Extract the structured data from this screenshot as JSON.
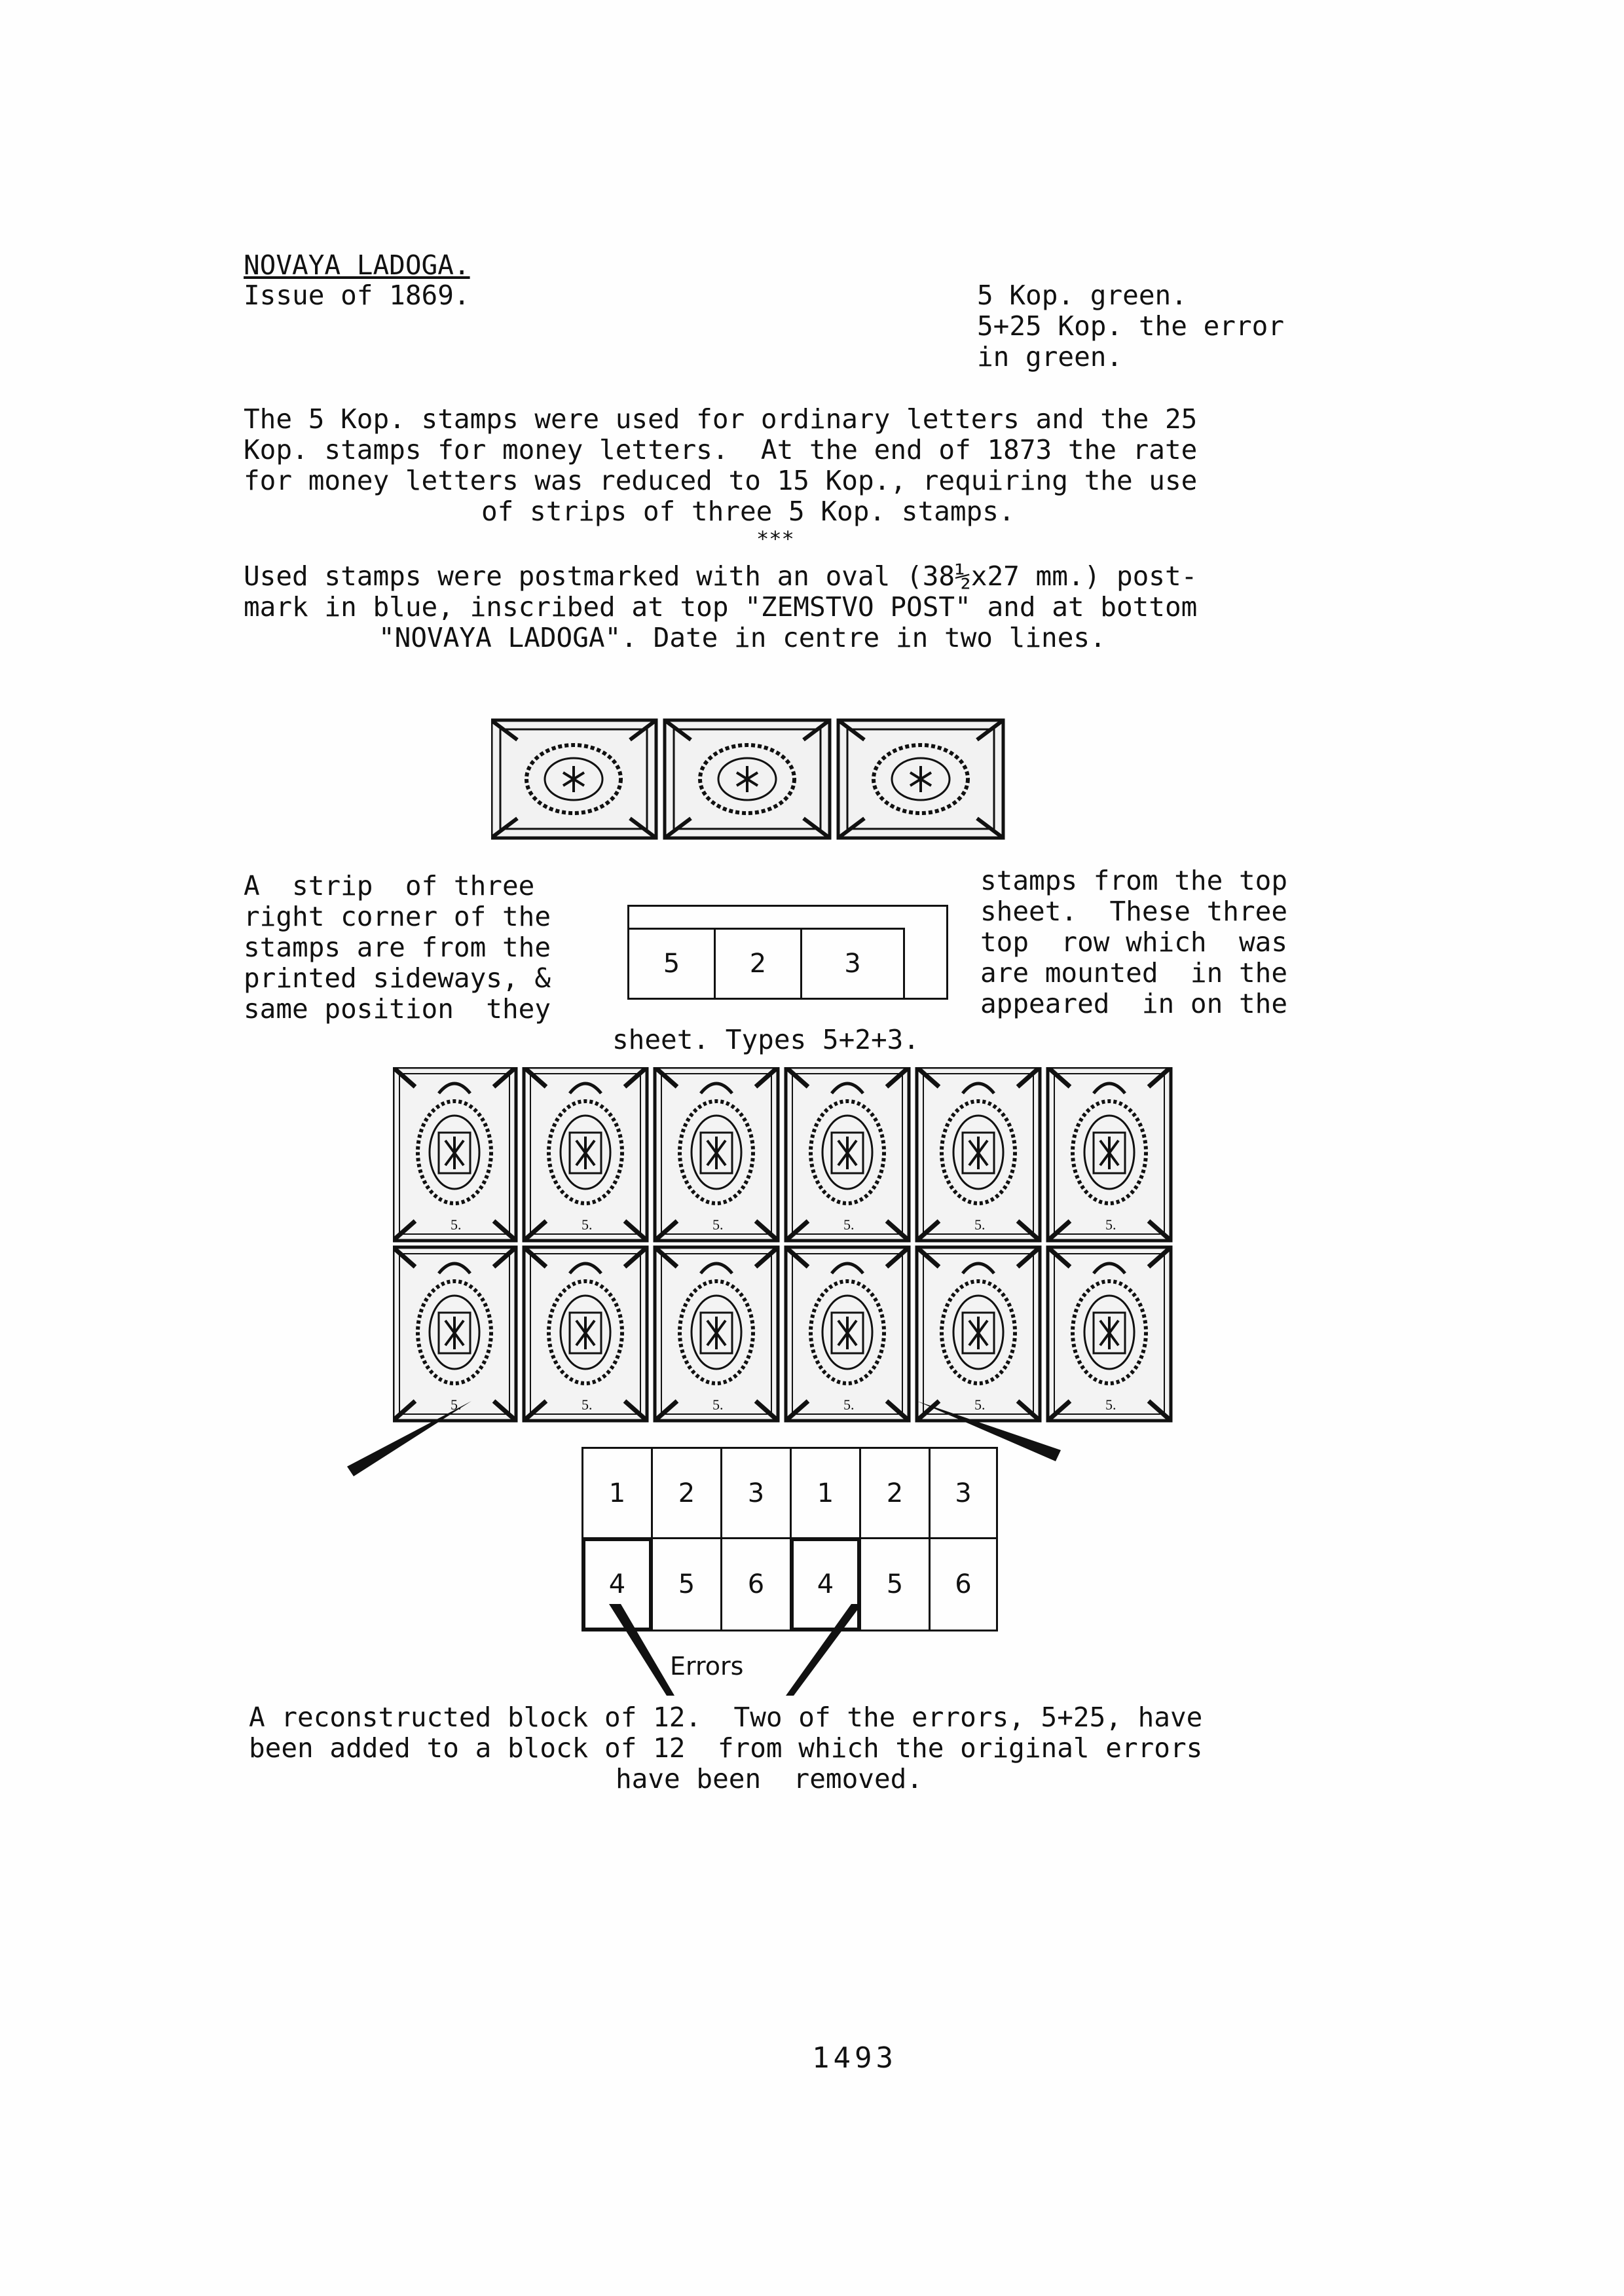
{
  "heading": {
    "title": "NOVAYA LADOGA.",
    "issue": "Issue of 1869."
  },
  "values": [
    "5 Kop. green.",
    "5+25 Kop. the error",
    "in green."
  ],
  "intro": [
    "The 5 Kop. stamps were used for ordinary letters and the 25",
    "Kop. stamps for money letters.  At the end of 1873 the rate",
    "for money letters was reduced to 15 Kop., requiring the use",
    "of strips of three 5 Kop. stamps."
  ],
  "separator": "***",
  "postmark": [
    "Used stamps were postmarked with an oval (38½x27 mm.) post-",
    "mark in blue, inscribed at top \"ZEMSTVO POST\" and at bottom",
    "\"NOVAYA LADOGA\". Date in centre in two lines."
  ],
  "strip_text_left": [
    "A  strip  of three",
    "right corner of the",
    "stamps are from the",
    "printed sideways, &",
    "same position  they"
  ],
  "strip_text_right": [
    "stamps from the top",
    "sheet.  These three",
    "top  row which  was",
    "are mounted  in the",
    "appeared  in on the"
  ],
  "strip_text_bottom": "sheet. Types 5+2+3.",
  "strip_diagram": [
    "5",
    "2",
    "3"
  ],
  "block_stamp_value": "5.",
  "block_diagram": {
    "row1": [
      "1",
      "2",
      "3",
      "1",
      "2",
      "3"
    ],
    "row2": [
      "4",
      "5",
      "6",
      "4",
      "5",
      "6"
    ],
    "errors_label": "Errors"
  },
  "caption": [
    "A reconstructed block of 12.  Two of the errors, 5+25, have",
    "been added to a block of 12  from which the original errors",
    "have been  removed."
  ],
  "page_number": "1493"
}
